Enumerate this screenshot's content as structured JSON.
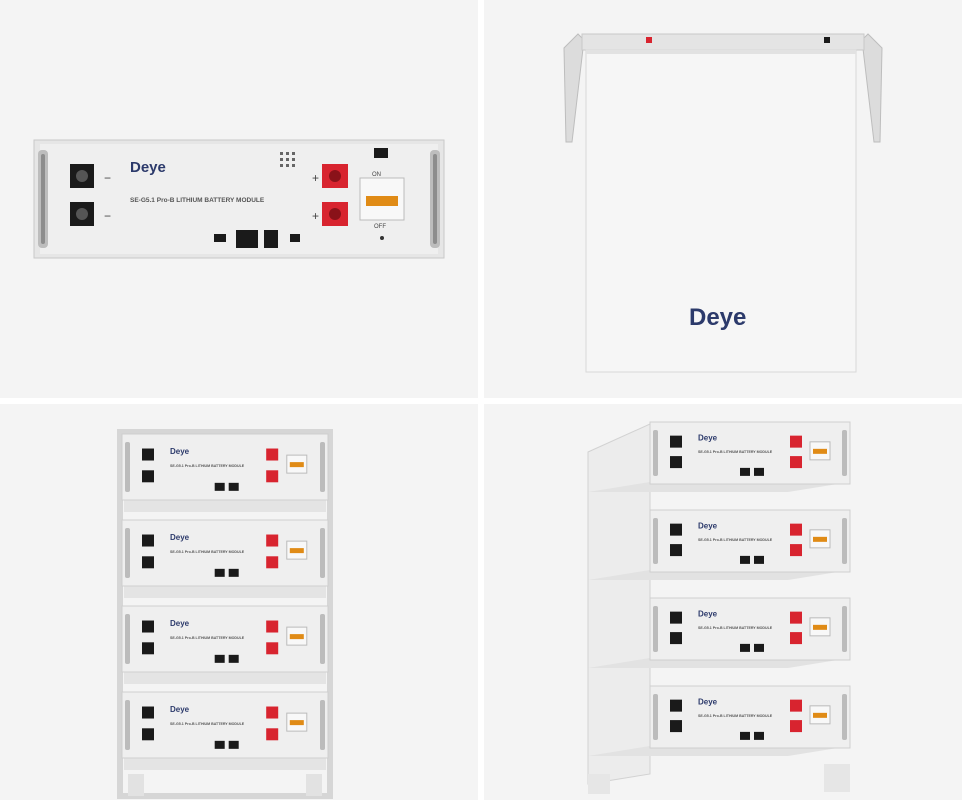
{
  "module": {
    "brand": "Deye",
    "model_label": "SE-G5.1 Pro-B  LITHIUM BATTERY MODULE",
    "switch_on": "ON",
    "switch_off": "OFF",
    "neg_sign": "−",
    "pos_sign": "+"
  },
  "cabinet": {
    "brand": "Deye"
  },
  "colors": {
    "panel_bg": "#f4f4f4",
    "module_body": "#ececec",
    "terminal_red": "#d8242f",
    "terminal_black": "#1a1a1a",
    "brand_navy": "#2c3a6b",
    "breaker_orange": "#e08b16"
  }
}
